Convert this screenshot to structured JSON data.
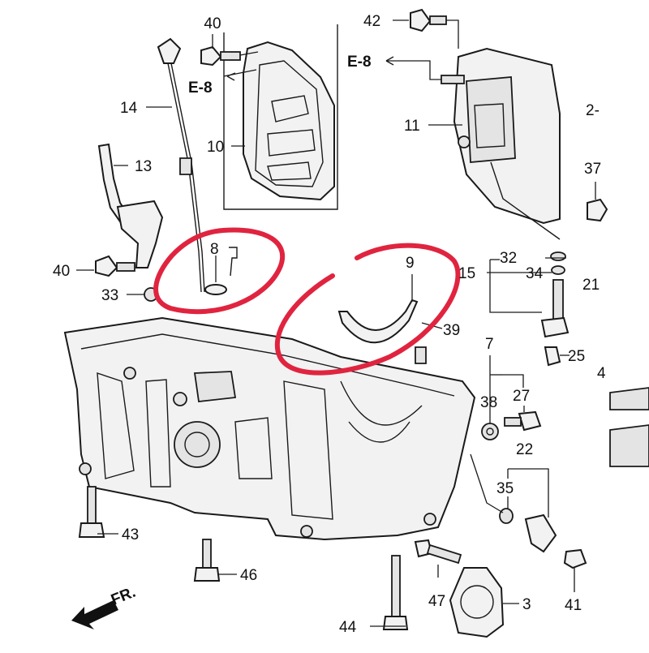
{
  "callouts": {
    "c1": "40",
    "c2": "E-8",
    "c3": "14",
    "c4": "10",
    "c5": "13",
    "c6": "8",
    "c7": "40",
    "c8": "33",
    "c9": "42",
    "c10": "E-8",
    "c11": "11",
    "c12": "2-",
    "c13": "37",
    "c14": "9",
    "c15": "32",
    "c16": "15",
    "c17": "34",
    "c18": "21",
    "c19": "39",
    "c20": "25",
    "c21": "7",
    "c22": "4",
    "c23": "38",
    "c24": "27",
    "c25": "22",
    "c26": "35",
    "c27": "43",
    "c28": "46",
    "c29": "47",
    "c30": "3",
    "c31": "41",
    "c32": "44"
  },
  "direction_label": "FR.",
  "colors": {
    "highlight": "#e0243f",
    "line": "#1a1a1a",
    "part_fill": "#f2f2f2"
  }
}
